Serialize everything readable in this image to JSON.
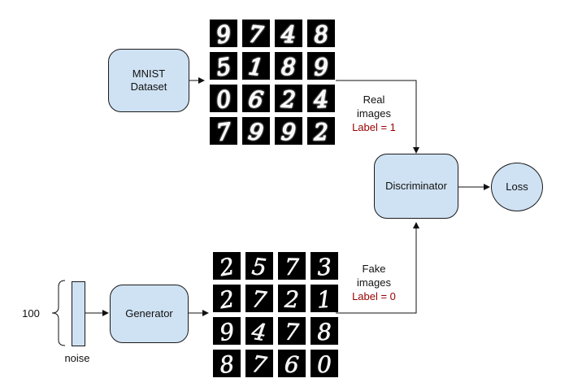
{
  "nodes": {
    "mnist": {
      "line1": "MNIST",
      "line2": "Dataset"
    },
    "generator": "Generator",
    "discriminator": "Discriminator",
    "loss": "Loss"
  },
  "labels": {
    "real": {
      "line1": "Real",
      "line2": "images",
      "line3": "Label = 1"
    },
    "fake": {
      "line1": "Fake",
      "line2": "images",
      "line3": "Label = 0"
    },
    "noise": "noise",
    "noise_dim": "100"
  },
  "colors": {
    "box_fill": "#cfe2f3",
    "label_red": "#990000"
  },
  "real_digits": [
    "9",
    "7",
    "4",
    "8",
    "5",
    "1",
    "8",
    "9",
    "0",
    "6",
    "2",
    "4",
    "7",
    "9",
    "9",
    "2"
  ],
  "fake_digits": [
    "2",
    "5",
    "7",
    "3",
    "2",
    "7",
    "2",
    "1",
    "9",
    "4",
    "7",
    "8",
    "8",
    "7",
    "6",
    "0"
  ]
}
